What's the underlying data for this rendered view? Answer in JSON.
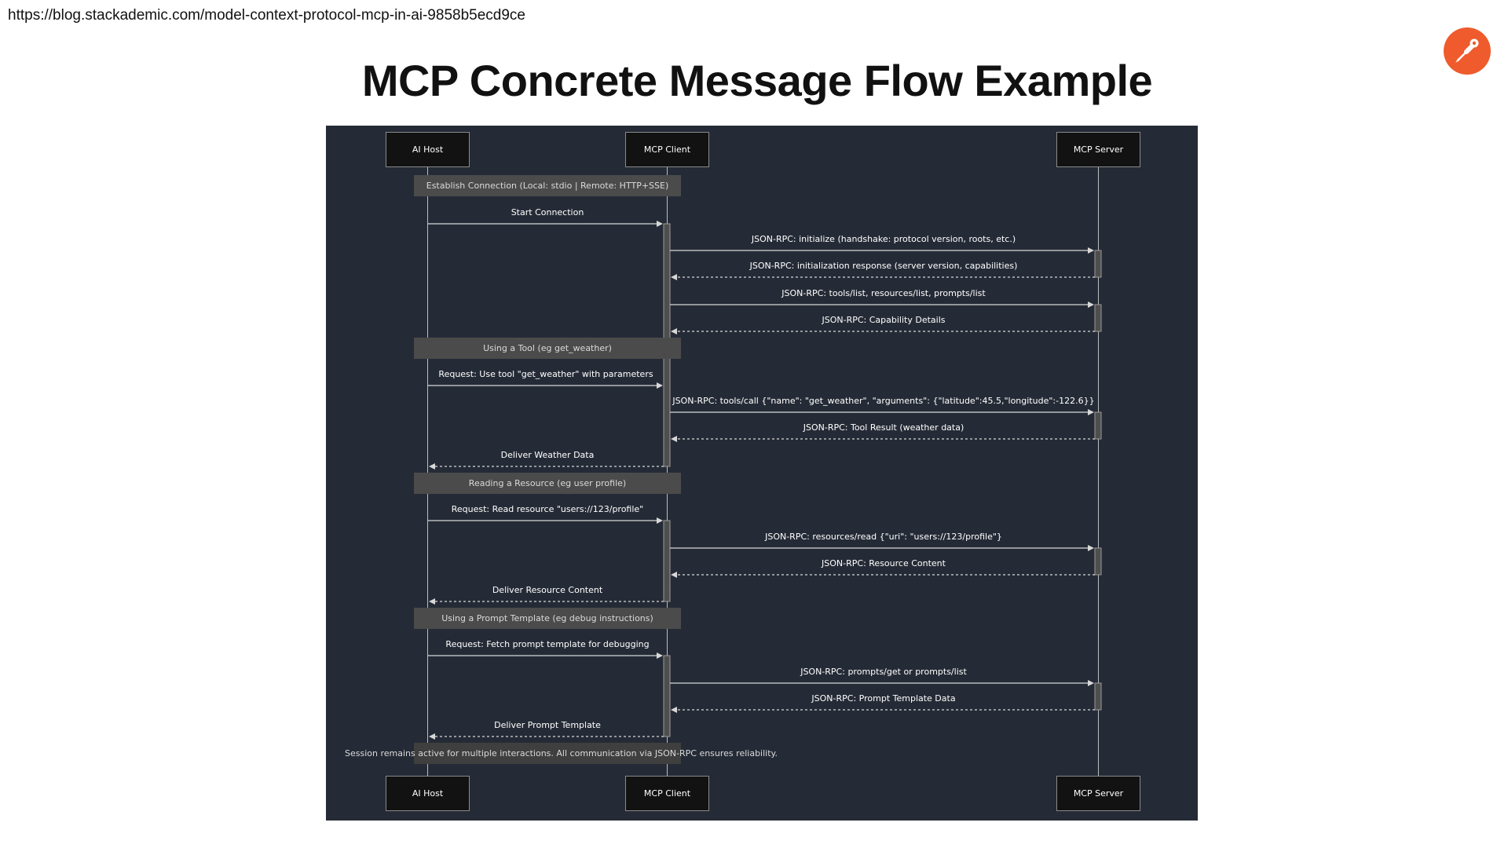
{
  "browser": {
    "url": "https://blog.stackademic.com/model-context-protocol-mcp-in-ai-9858b5ecd9ce"
  },
  "page": {
    "title": "MCP Concrete Message Flow Example"
  },
  "colors": {
    "logo": "#ef5b2c",
    "diagram_background": "#252b36"
  },
  "diagram": {
    "participants": {
      "ai_host": "AI Host",
      "mcp_client": "MCP Client",
      "mcp_server": "MCP Server"
    },
    "notes": {
      "connection": "Establish Connection (Local: stdio | Remote: HTTP+SSE)",
      "tool": "Using a Tool (eg get_weather)",
      "resource": "Reading a Resource (eg user profile)",
      "prompt": "Using a Prompt Template (eg debug instructions)",
      "session": "Session remains active for multiple interactions. All communication via JSON-RPC ensures reliability."
    },
    "messages": [
      "Start Connection",
      "JSON-RPC: initialize (handshake: protocol version, roots, etc.)",
      "JSON-RPC: initialization response (server version, capabilities)",
      "JSON-RPC: tools/list, resources/list, prompts/list",
      "JSON-RPC: Capability Details",
      "Request: Use tool \"get_weather\" with parameters",
      "JSON-RPC: tools/call {\"name\": \"get_weather\", \"arguments\": {\"latitude\":45.5,\"longitude\":-122.6}}",
      "JSON-RPC: Tool Result (weather data)",
      "Deliver Weather Data",
      "Request: Read resource \"users://123/profile\"",
      "JSON-RPC: resources/read {\"uri\": \"users://123/profile\"}",
      "JSON-RPC: Resource Content",
      "Deliver Resource Content",
      "Request: Fetch prompt template for debugging",
      "JSON-RPC: prompts/get or prompts/list",
      "JSON-RPC: Prompt Template Data",
      "Deliver Prompt Template"
    ]
  }
}
